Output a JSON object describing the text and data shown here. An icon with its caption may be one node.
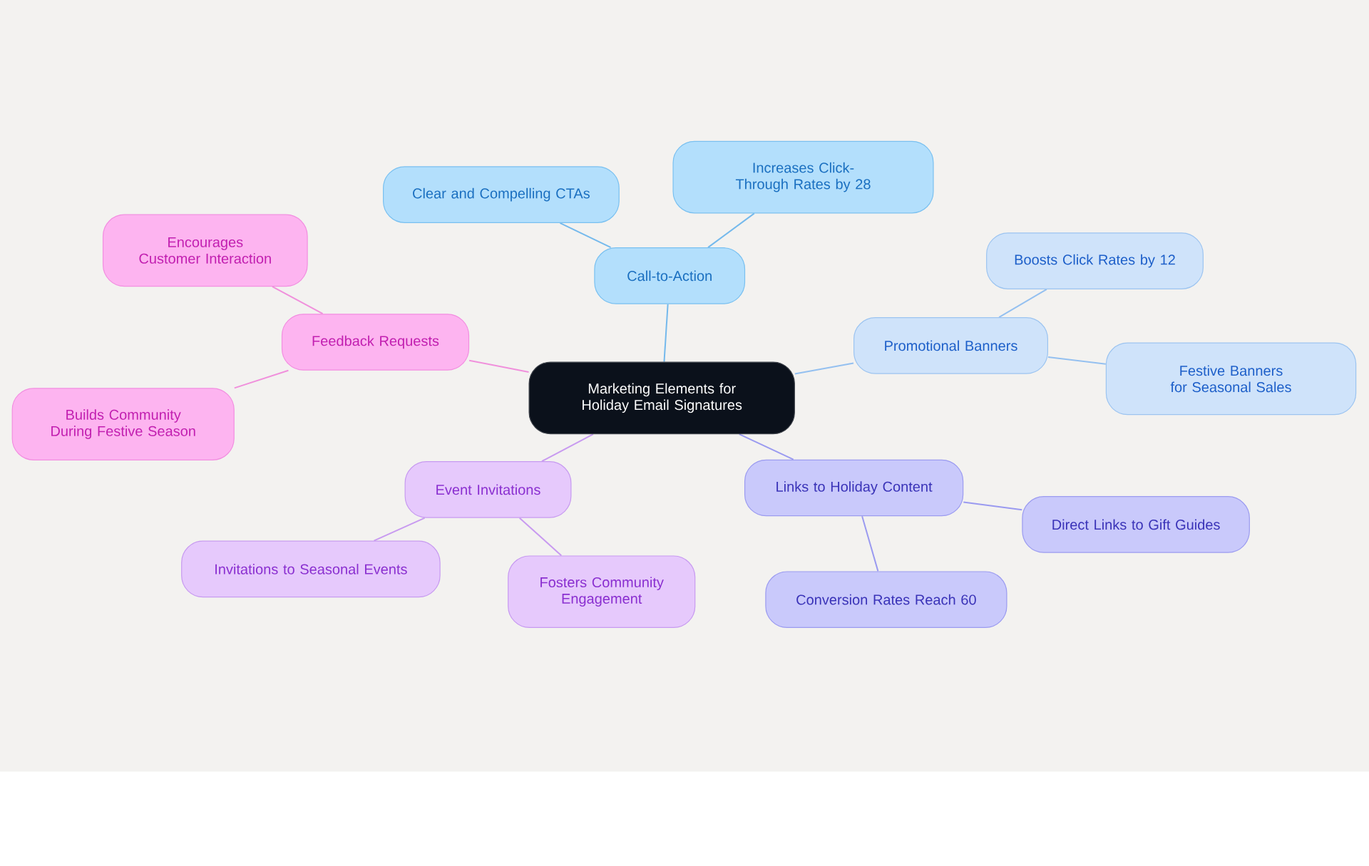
{
  "diagram": {
    "nodes": [
      {
        "text": [
          "Marketing Elements for Holiday Email Signatures"
        ]
      },
      {
        "text": [
          "Call-to-Action"
        ]
      },
      {
        "text": [
          "Clear and Compelling CTAs"
        ]
      },
      {
        "text": [
          "Increases Click-Through Rates by 28"
        ]
      },
      {
        "text": [
          "Promotional Banners"
        ]
      },
      {
        "text": [
          "Boosts Click Rates by 12"
        ]
      },
      {
        "text": [
          "Festive Banners for Seasonal Sales"
        ]
      },
      {
        "text": [
          "Links to Holiday Content"
        ]
      },
      {
        "text": [
          "Direct Links to Gift Guides"
        ]
      },
      {
        "text": [
          "Conversion Rates Reach 60"
        ]
      },
      {
        "text": [
          "Event Invitations"
        ]
      },
      {
        "text": [
          "Invitations to Seasonal Events"
        ]
      },
      {
        "text": [
          "Fosters Community Engagement"
        ]
      },
      {
        "text": [
          "Feedback Requests"
        ]
      },
      {
        "text": [
          "Encourages Customer Interaction"
        ]
      },
      {
        "text": [
          "Builds Community During Festive Season"
        ]
      }
    ],
    "edges": [
      {
        "from": 0,
        "to": 1,
        "arrow": "none",
        "color": "#74b9ec"
      },
      {
        "from": 1,
        "to": 2,
        "arrow": "none",
        "color": "#74b9ec"
      },
      {
        "from": 1,
        "to": 3,
        "arrow": "none",
        "color": "#74b9ec"
      },
      {
        "from": 0,
        "to": 4,
        "arrow": "none",
        "color": "#94c0f0"
      },
      {
        "from": 4,
        "to": 5,
        "arrow": "none",
        "color": "#94c0f0"
      },
      {
        "from": 4,
        "to": 6,
        "arrow": "none",
        "color": "#94c0f0"
      },
      {
        "from": 0,
        "to": 7,
        "arrow": "none",
        "color": "#9a9af0"
      },
      {
        "from": 7,
        "to": 8,
        "arrow": "none",
        "color": "#9a9af0"
      },
      {
        "from": 7,
        "to": 9,
        "arrow": "none",
        "color": "#9a9af0"
      },
      {
        "from": 0,
        "to": 10,
        "arrow": "none",
        "color": "#c89af0"
      },
      {
        "from": 10,
        "to": 11,
        "arrow": "none",
        "color": "#c89af0"
      },
      {
        "from": 10,
        "to": 12,
        "arrow": "none",
        "color": "#c89af0"
      },
      {
        "from": 0,
        "to": 13,
        "arrow": "none",
        "color": "#f090dc"
      },
      {
        "from": 13,
        "to": 14,
        "arrow": "none",
        "color": "#f090dc"
      },
      {
        "from": 13,
        "to": 15,
        "arrow": "none",
        "color": "#f090dc"
      }
    ]
  }
}
